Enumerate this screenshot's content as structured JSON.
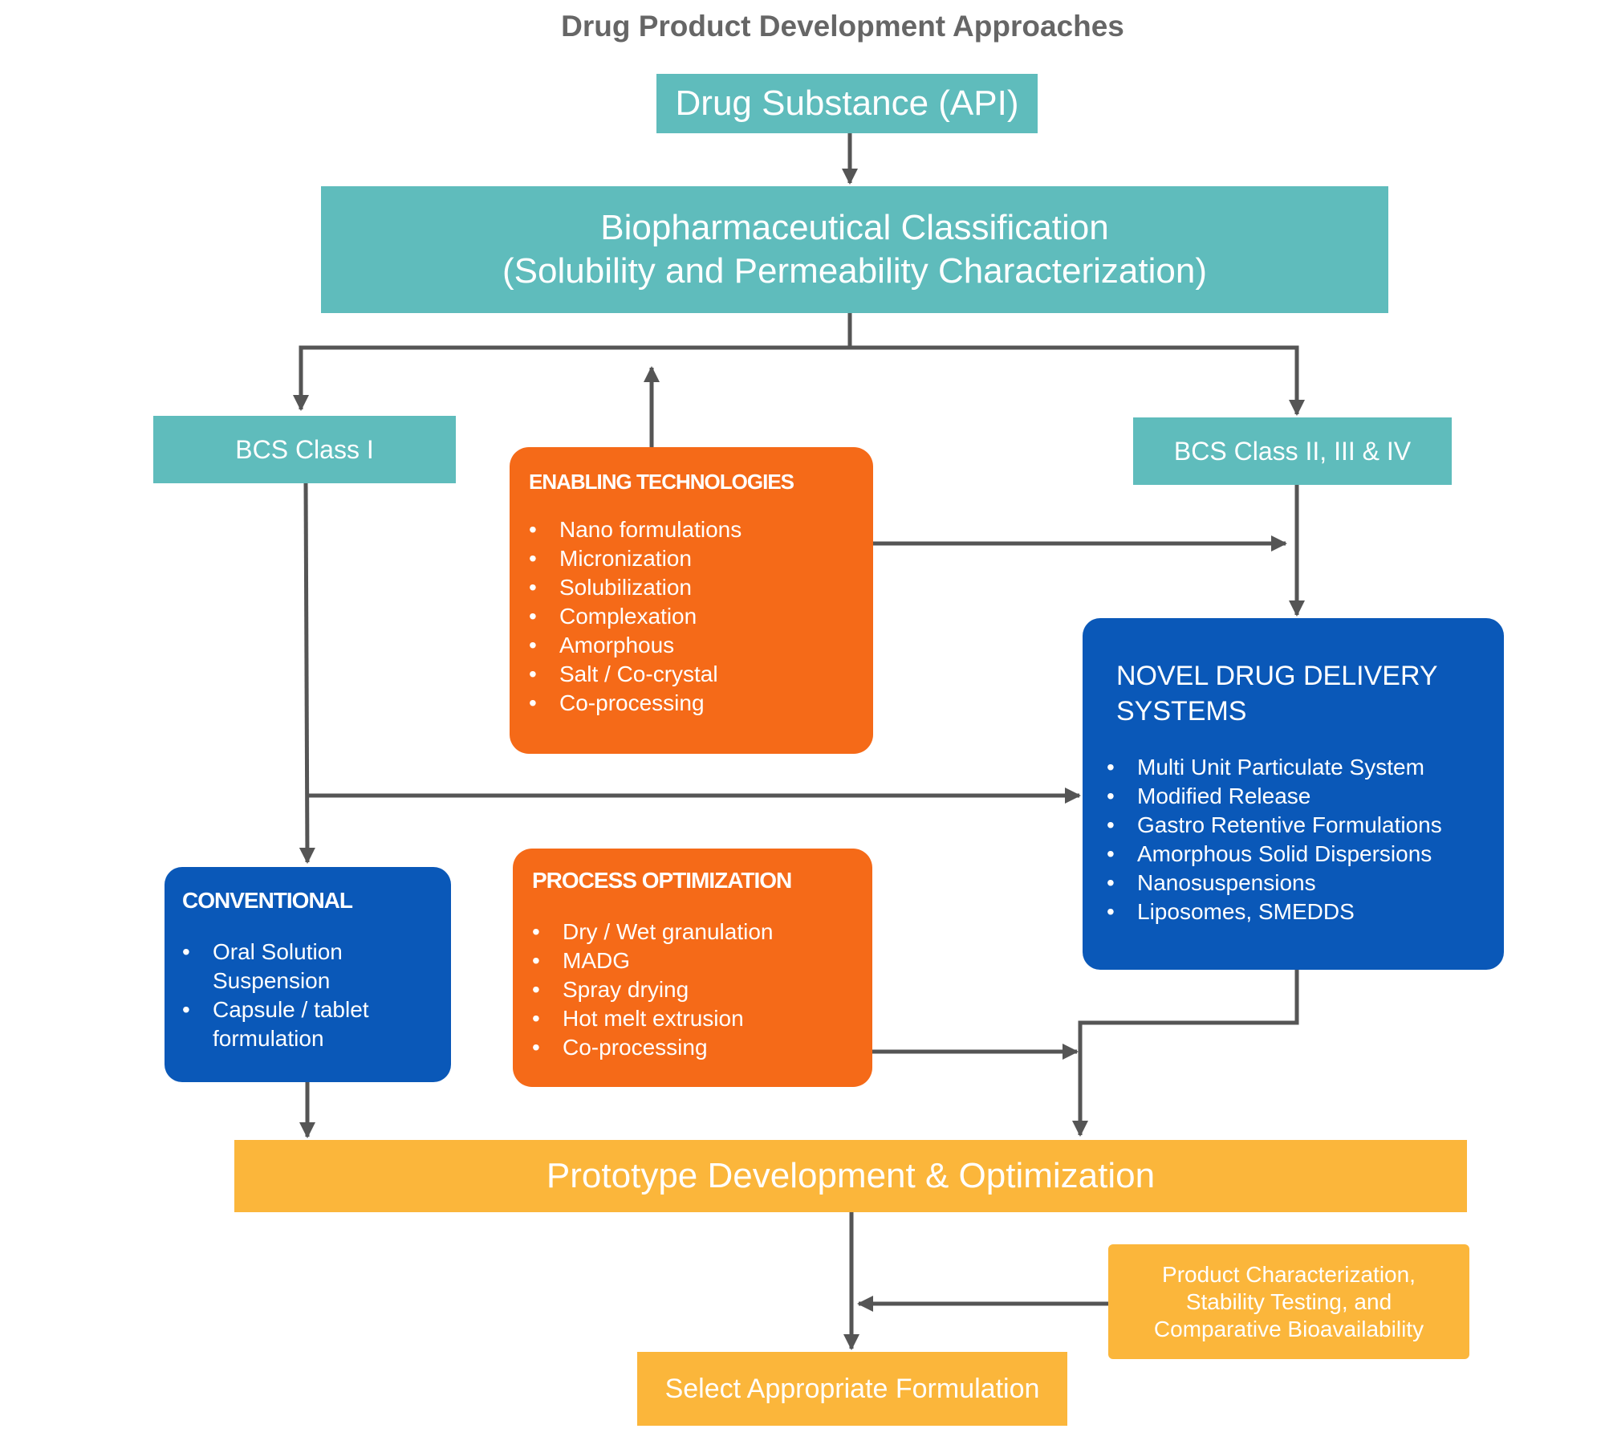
{
  "title": "Drug Product Development Approaches",
  "drug_substance": "Drug Substance (API)",
  "classification": {
    "line1": "Biopharmaceutical Classification",
    "line2": "(Solubility and Permeability Characterization)"
  },
  "bcs_class_1": "BCS Class I",
  "bcs_class_2_3_4": "BCS Class II, III & IV",
  "enabling_technologies": {
    "title": "ENABLING TECHNOLOGIES",
    "items": [
      "Nano formulations",
      "Micronization",
      "Solubilization",
      "Complexation",
      "Amorphous",
      "Salt / Co-crystal",
      "Co-processing"
    ]
  },
  "novel_drug_delivery": {
    "title_line1": "NOVEL DRUG DELIVERY",
    "title_line2": "SYSTEMS",
    "items": [
      "Multi Unit Particulate System",
      "Modified Release",
      "Gastro Retentive Formulations",
      "Amorphous Solid Dispersions",
      "Nanosuspensions",
      "Liposomes, SMEDDS"
    ]
  },
  "conventional": {
    "title": "CONVENTIONAL",
    "items": [
      "Oral Solution Suspension",
      "Capsule / tablet formulation"
    ]
  },
  "process_optimization": {
    "title": "PROCESS OPTIMIZATION",
    "items": [
      "Dry / Wet granulation",
      "MADG",
      "Spray drying",
      "Hot melt extrusion",
      "Co-processing"
    ]
  },
  "prototype": "Prototype Development & Optimization",
  "characterization": {
    "line1": "Product Characterization,",
    "line2": "Stability Testing, and",
    "line3": "Comparative Bioavailability"
  },
  "select_formulation": "Select Appropriate Formulation",
  "colors": {
    "teal": "#5fbcbc",
    "orange": "#f56a18",
    "blue": "#0a58b8",
    "yellow": "#fbb63b",
    "arrow": "#555555"
  }
}
